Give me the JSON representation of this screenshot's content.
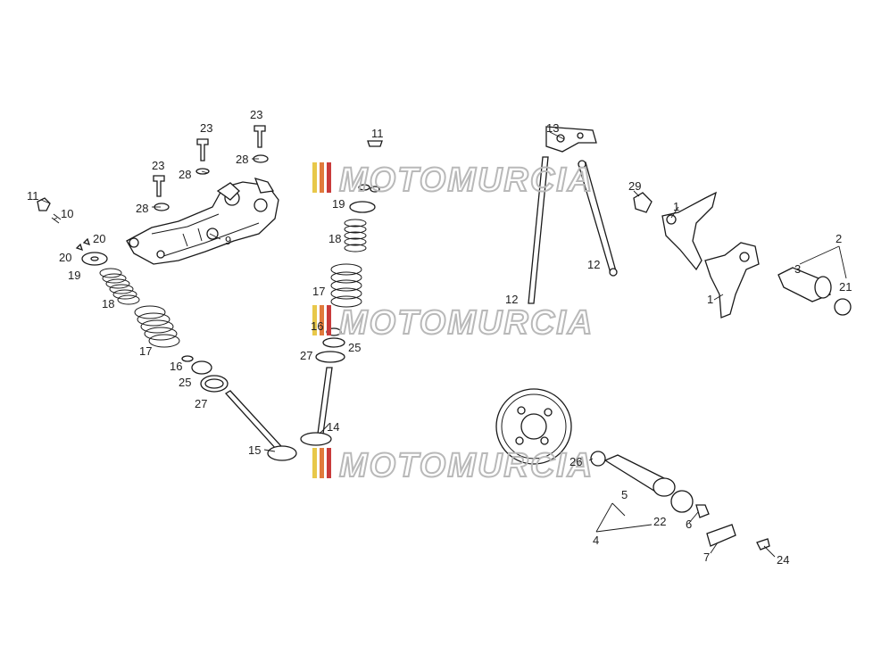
{
  "watermark": {
    "text": "MOTOMURCIA",
    "stripe_colors": [
      "#e8c84a",
      "#e07a3c",
      "#c93b3b"
    ]
  },
  "callouts": {
    "c1a": "1",
    "c1b": "1",
    "c2": "2",
    "c3": "3",
    "c4": "4",
    "c5": "5",
    "c6": "6",
    "c7": "7",
    "c9": "9",
    "c10": "10",
    "c11a": "11",
    "c11b": "11",
    "c12a": "12",
    "c12b": "12",
    "c13": "13",
    "c14": "14",
    "c15": "15",
    "c16a": "16",
    "c16b": "16",
    "c17a": "17",
    "c17b": "17",
    "c18a": "18",
    "c18b": "18",
    "c19a": "19",
    "c19b": "19",
    "c20a": "20",
    "c20b": "20",
    "c21": "21",
    "c22": "22",
    "c23a": "23",
    "c23b": "23",
    "c23c": "23",
    "c24": "24",
    "c25a": "25",
    "c25b": "25",
    "c26": "26",
    "c27a": "27",
    "c27b": "27",
    "c28a": "28",
    "c28b": "28",
    "c28c": "28",
    "c29": "29"
  }
}
